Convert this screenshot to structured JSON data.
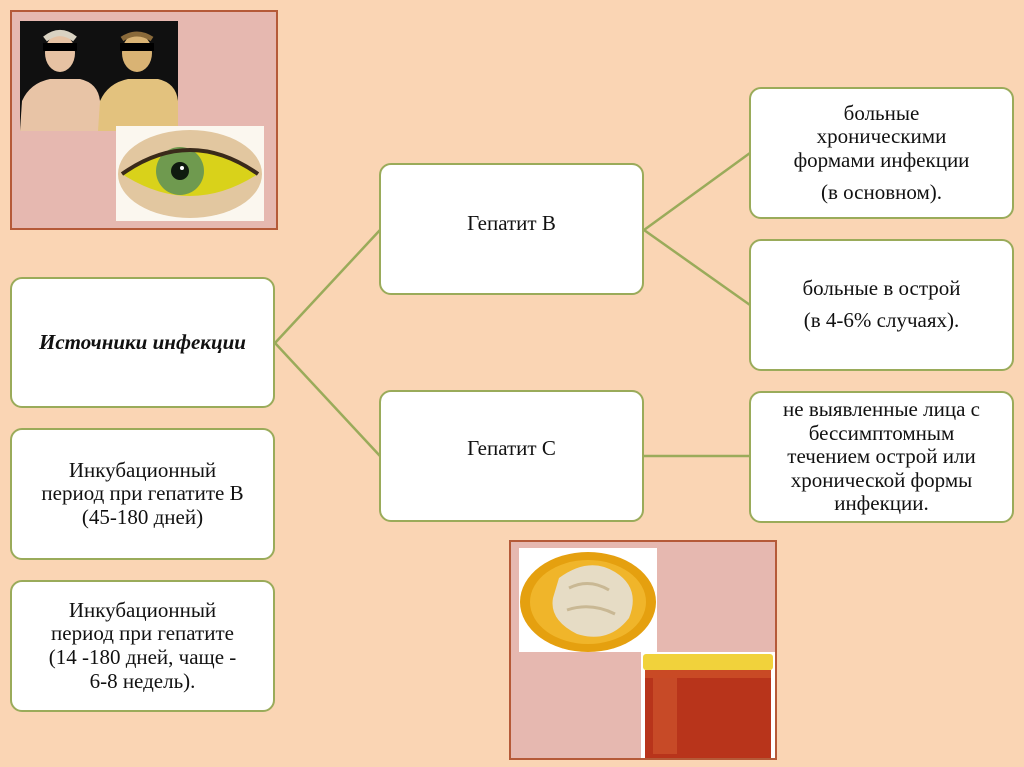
{
  "diagram": {
    "root": {
      "label": "Источники инфекции"
    },
    "branches": [
      {
        "label": "Гепатит В",
        "sources": [
          {
            "lines": [
              "больные",
              "хроническими",
              "формами инфекции",
              "(в основном)."
            ]
          },
          {
            "lines": [
              "больные в острой",
              "(в 4-6% случаях)."
            ]
          }
        ]
      },
      {
        "label": "Гепатит С",
        "sources": [
          {
            "lines": [
              "не выявленные лица с",
              "бессимптомным",
              "течением острой или",
              "хронической формы",
              "инфекции."
            ]
          }
        ]
      }
    ],
    "incubation_b": {
      "lines": [
        "Инкубационный",
        "период при гепатите В",
        "(45-180 дней)"
      ]
    },
    "incubation_c": {
      "lines": [
        "Инкубационный",
        "период при гепатите",
        "(14 -180 дней, чаще -",
        "6-8 недель)."
      ]
    }
  },
  "colors": {
    "background": "#fad5b4",
    "box_border": "#9aab5a",
    "connector": "#9aab5a",
    "photo_frame_fill": "#e6b8b0",
    "photo_frame_border": "#b55a38"
  },
  "images": {
    "top_left": [
      "jaundiced-patients-photo",
      "yellow-sclera-eye-photo"
    ],
    "bottom_center": [
      "pale-stool-photo",
      "dark-urine-jar-photo"
    ]
  }
}
